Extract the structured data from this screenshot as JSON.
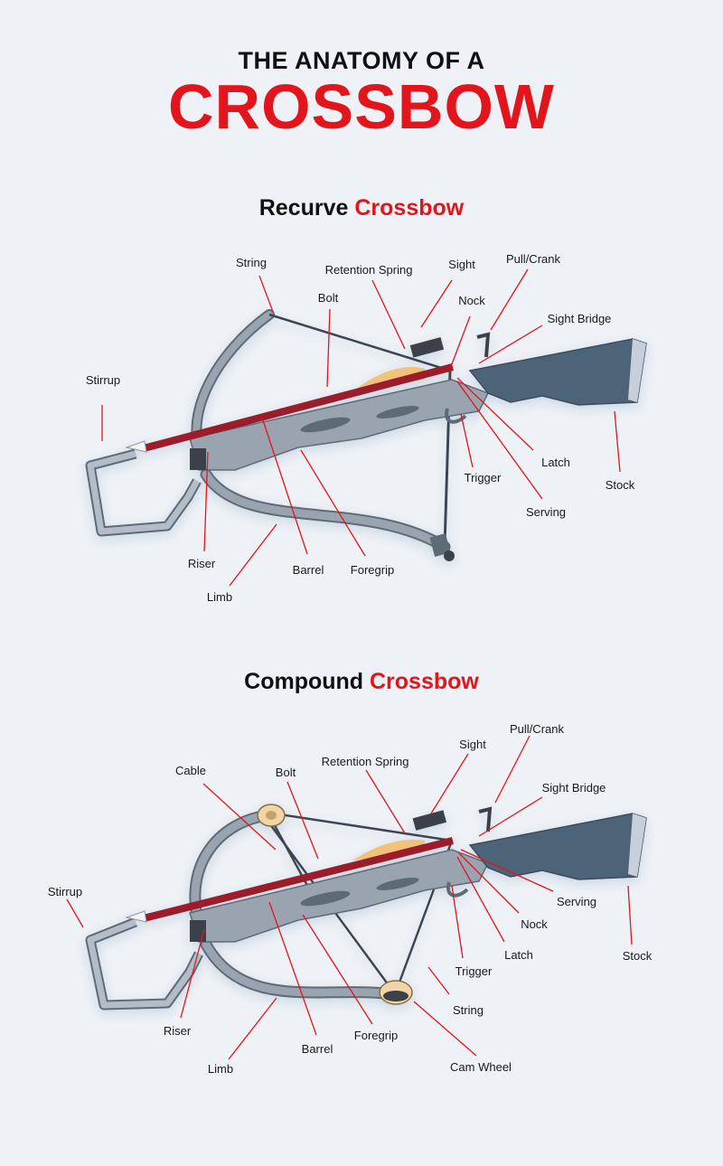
{
  "title": {
    "line1": "THE ANATOMY OF A",
    "line2": "CROSSBOW"
  },
  "recurve": {
    "heading_main": "Recurve ",
    "heading_accent": "Crossbow",
    "labels": {
      "string": "String",
      "retention_spring": "Retention Spring",
      "sight": "Sight",
      "pull_crank": "Pull/Crank",
      "bolt": "Bolt",
      "nock": "Nock",
      "sight_bridge": "Sight Bridge",
      "stirrup": "Stirrup",
      "trigger": "Trigger",
      "latch": "Latch",
      "stock": "Stock",
      "serving": "Serving",
      "riser": "Riser",
      "barrel": "Barrel",
      "foregrip": "Foregrip",
      "limb": "Limb"
    }
  },
  "compound": {
    "heading_main": "Compound ",
    "heading_accent": "Crossbow",
    "labels": {
      "pull_crank": "Pull/Crank",
      "sight": "Sight",
      "cable": "Cable",
      "bolt": "Bolt",
      "retention_spring": "Retention Spring",
      "sight_bridge": "Sight Bridge",
      "stirrup": "Stirrup",
      "serving": "Serving",
      "nock": "Nock",
      "latch": "Latch",
      "stock": "Stock",
      "trigger": "Trigger",
      "string": "String",
      "riser": "Riser",
      "barrel": "Barrel",
      "foregrip": "Foregrip",
      "cam_wheel": "Cam Wheel",
      "limb": "Limb"
    }
  },
  "colors": {
    "accent": "#e3151c",
    "body": "#9aa4b0",
    "body_dark": "#5f6a77",
    "stock": "#4e6478",
    "bolt": "#9b1c2c",
    "fletching": "#f3c27a",
    "cam": "#f2d5a5"
  }
}
